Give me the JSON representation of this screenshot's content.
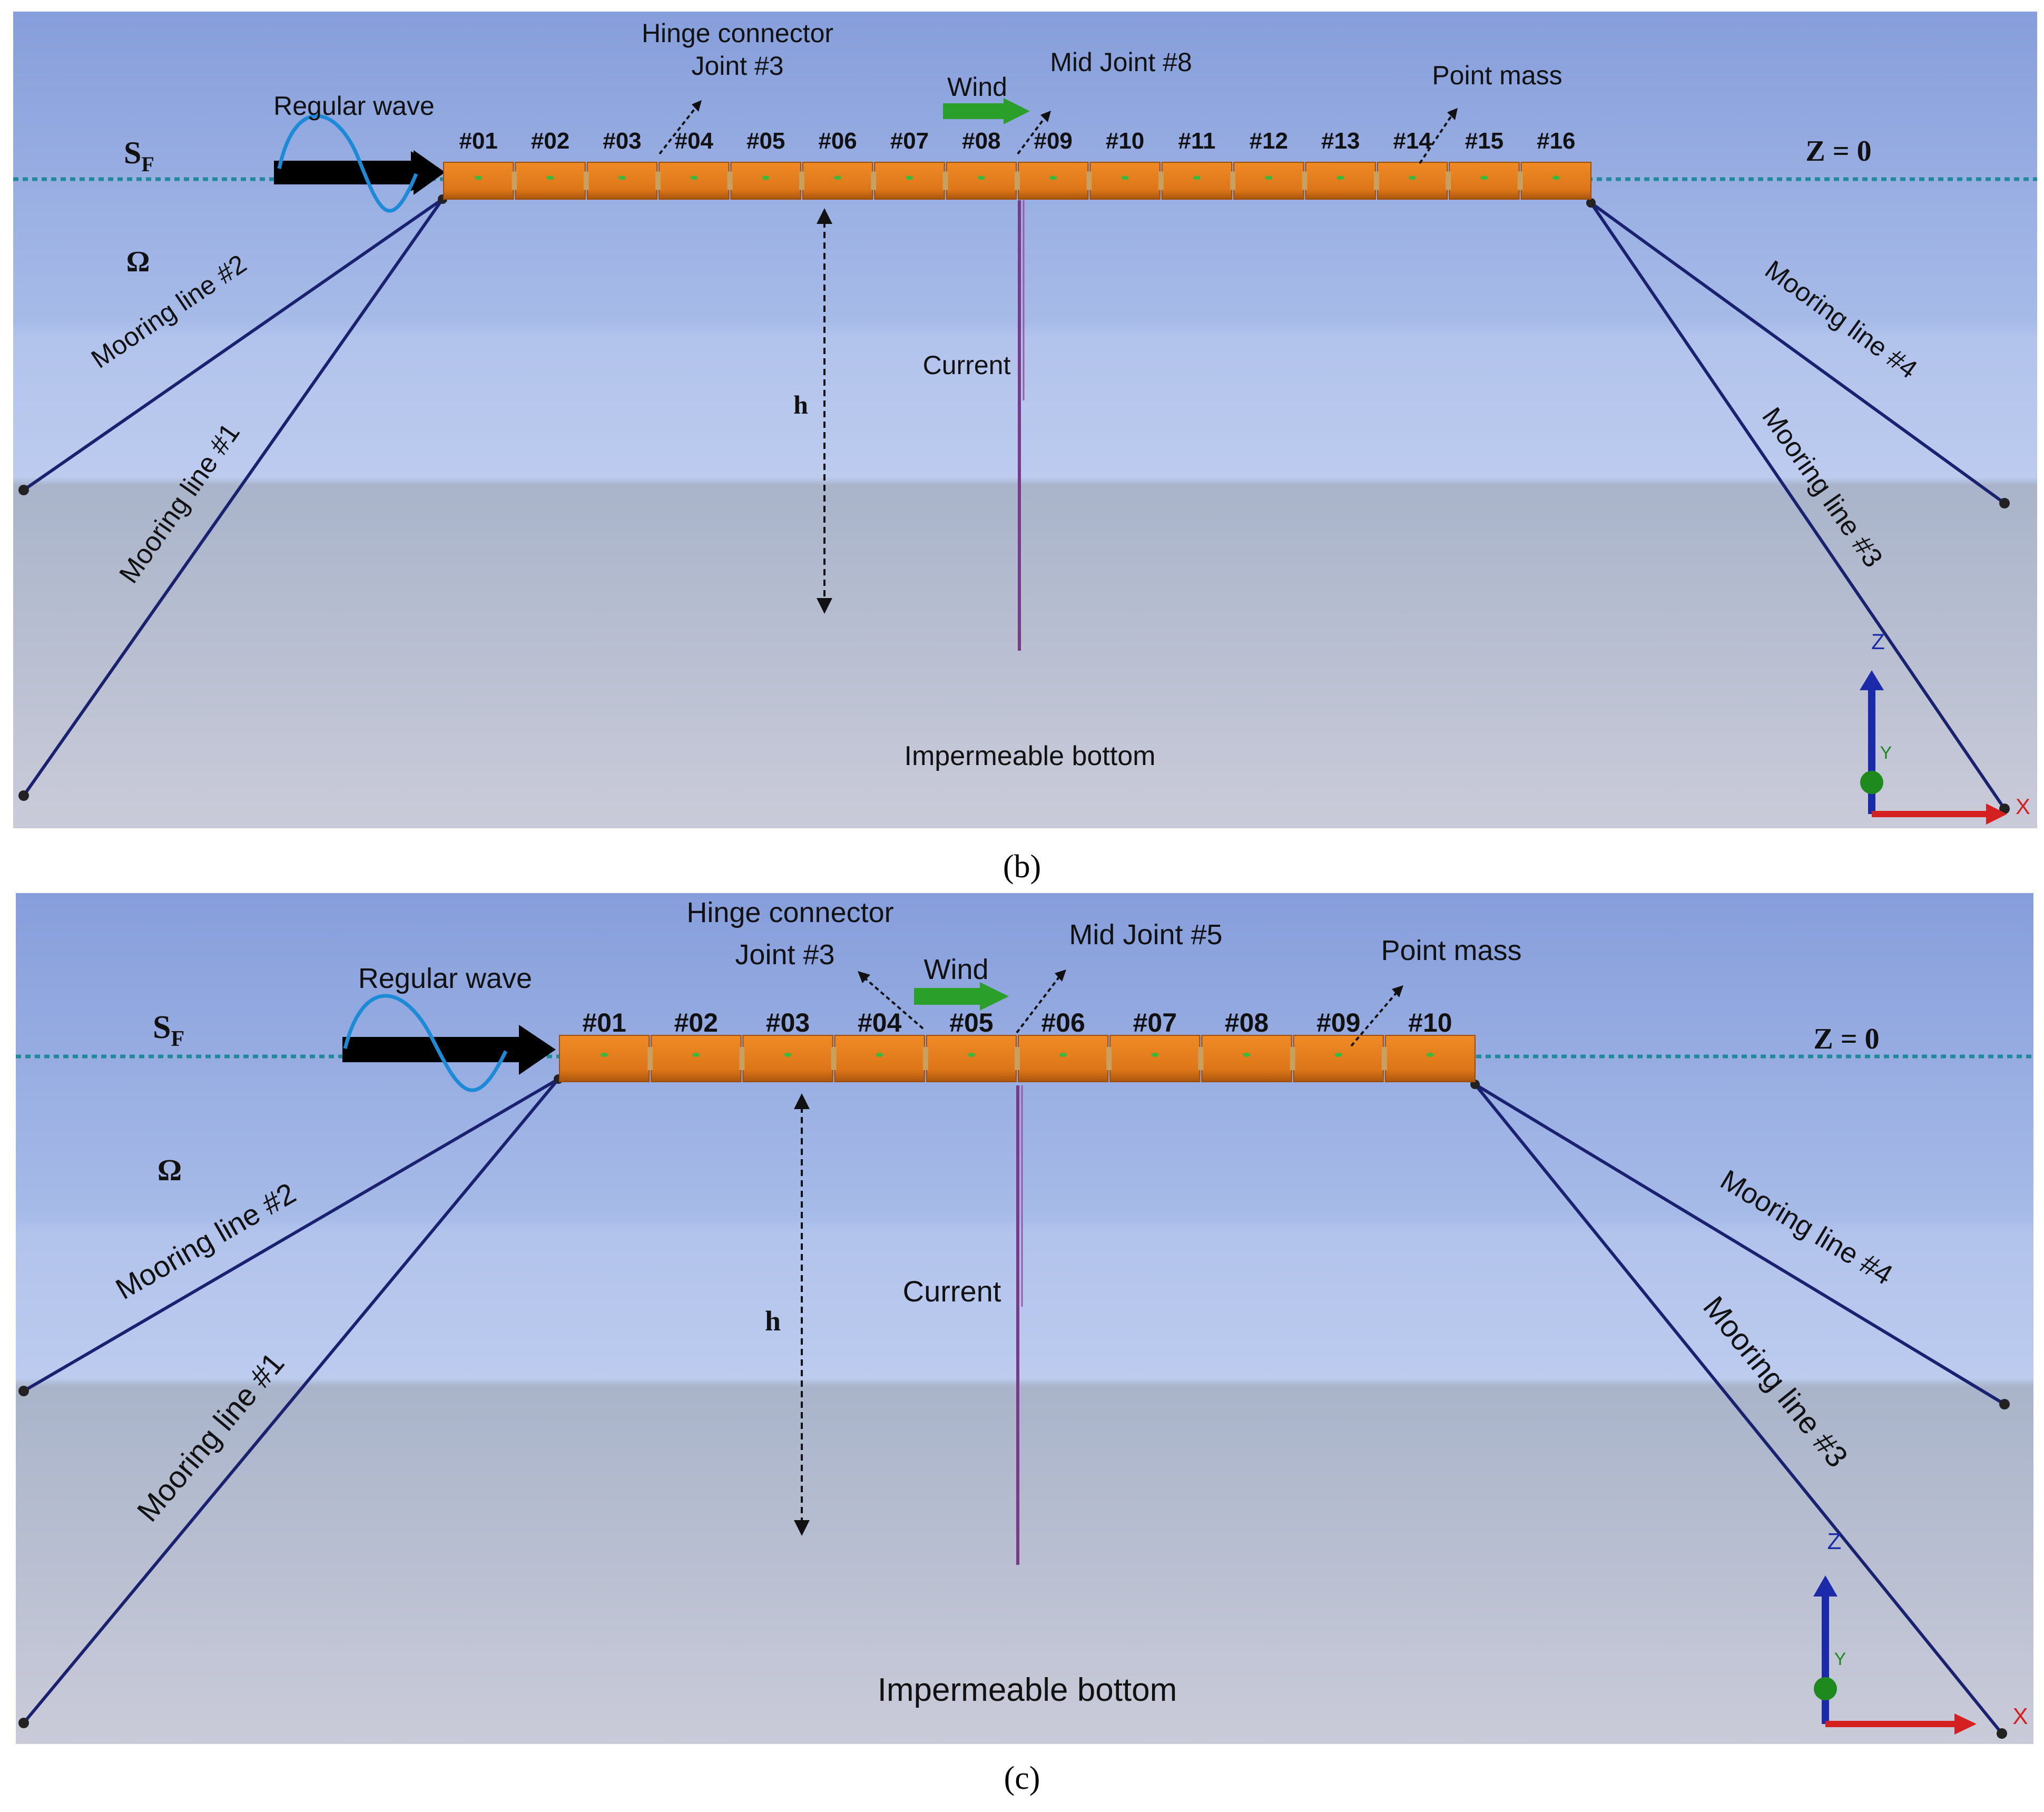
{
  "colors": {
    "sky_top": "#8aa3dc",
    "sky_mid": "#a9bde8",
    "sea_band": "#b8c8ee",
    "seabed_top": "#aab4c8",
    "seabed_bottom": "#c8cad8",
    "module": "#e07b1c",
    "module_dark": "#b85d10",
    "mooring": "#1a2270",
    "waterline": "#1f8a9a",
    "wind": "#2aa02a",
    "current": "#7a3a8a",
    "axis_z": "#1a2aa8",
    "axis_x": "#d42020",
    "axis_y": "#1e8a1e"
  },
  "panel_b": {
    "caption": "(b)",
    "regular_wave": "Regular wave",
    "hinge_connector": "Hinge connector",
    "hinge_joint": "Joint #3",
    "wind": "Wind",
    "mid_joint": "Mid Joint #8",
    "point_mass": "Point mass",
    "surface_s": "S",
    "surface_sub": "F",
    "z_zero": "Z = 0",
    "omega": "Ω",
    "h": "h",
    "current": "Current",
    "impermeable": "Impermeable bottom",
    "mooring_1": "Mooring line #1",
    "mooring_2": "Mooring line #2",
    "mooring_3": "Mooring line #3",
    "mooring_4": "Mooring line #4",
    "axis_z": "Z",
    "axis_x": "X",
    "axis_y": "Y",
    "modules": [
      "#01",
      "#02",
      "#03",
      "#04",
      "#05",
      "#06",
      "#07",
      "#08",
      "#09",
      "#10",
      "#11",
      "#12",
      "#13",
      "#14",
      "#15",
      "#16"
    ]
  },
  "panel_c": {
    "caption": "(c)",
    "regular_wave": "Regular wave",
    "hinge_connector": "Hinge connector",
    "hinge_joint": "Joint #3",
    "wind": "Wind",
    "mid_joint": "Mid Joint #5",
    "point_mass": "Point mass",
    "surface_s": "S",
    "surface_sub": "F",
    "z_zero": "Z = 0",
    "omega": "Ω",
    "h": "h",
    "current": "Current",
    "impermeable": "Impermeable bottom",
    "mooring_1": "Mooring line #1",
    "mooring_2": "Mooring line #2",
    "mooring_3": "Mooring line #3",
    "mooring_4": "Mooring line #4",
    "axis_z": "Z",
    "axis_x": "X",
    "axis_y": "Y",
    "modules": [
      "#01",
      "#02",
      "#03",
      "#04",
      "#05",
      "#06",
      "#07",
      "#08",
      "#09",
      "#10"
    ]
  }
}
